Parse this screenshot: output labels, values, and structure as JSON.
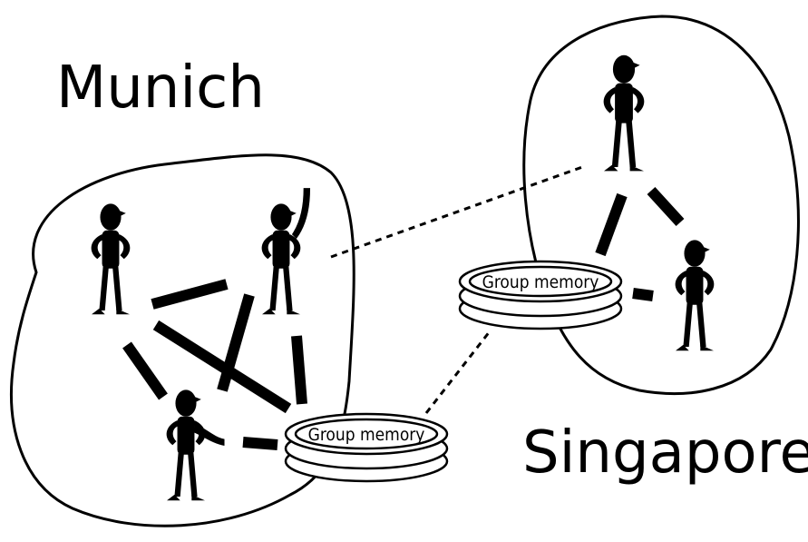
{
  "sites": {
    "munich": {
      "label": "Munich"
    },
    "singapore": {
      "label": "Singapore"
    }
  },
  "memories": {
    "munich": {
      "label": "Group memory"
    },
    "singapore": {
      "label": "Group memory"
    }
  }
}
